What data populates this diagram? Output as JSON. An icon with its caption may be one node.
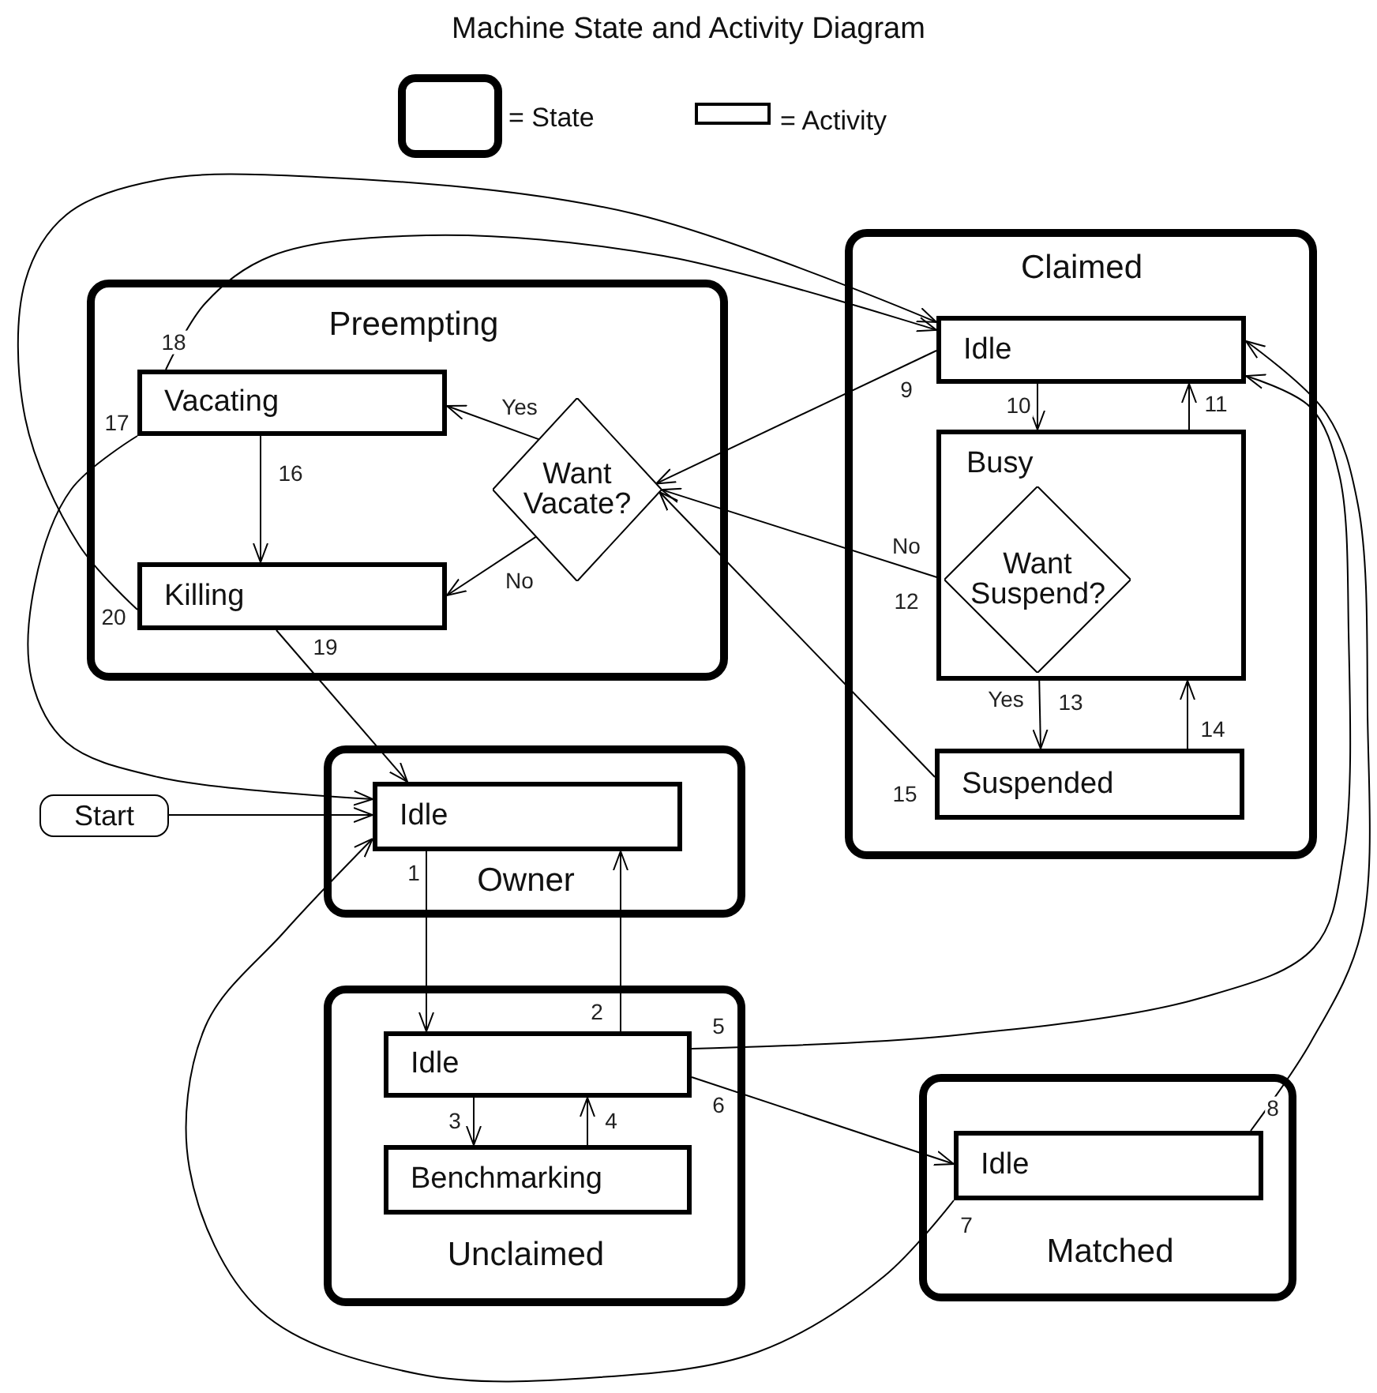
{
  "diagram": {
    "title": "Machine State and Activity Diagram",
    "nodes": [
      {
        "text": [
          "Preempting"
        ]
      },
      {
        "text": [
          "Vacating"
        ],
        "in": 0
      },
      {
        "text": [
          "Killing"
        ],
        "in": 0
      },
      {
        "text": [
          "Want Vacate?"
        ],
        "in": 0
      },
      {
        "text": [
          "Claimed"
        ]
      },
      {
        "text": [
          "Idle"
        ],
        "in": 4
      },
      {
        "text": [
          "Busy"
        ],
        "in": 4
      },
      {
        "text": [
          "Want Suspend?"
        ],
        "in": 6
      },
      {
        "text": [
          "Suspended"
        ],
        "in": 4
      },
      {
        "text": [
          "Owner"
        ]
      },
      {
        "text": [
          "Idle"
        ],
        "in": 9
      },
      {
        "text": [
          "Start"
        ]
      },
      {
        "text": [
          "Unclaimed"
        ]
      },
      {
        "text": [
          "Idle"
        ],
        "in": 12
      },
      {
        "text": [
          "Benchmarking"
        ],
        "in": 12
      },
      {
        "text": [
          "Matched"
        ]
      },
      {
        "text": [
          "Idle"
        ],
        "in": 15
      }
    ],
    "edges": [
      {
        "from": 10,
        "to": 13,
        "arrow": "to",
        "label": "1"
      },
      {
        "from": 13,
        "to": 10,
        "arrow": "to",
        "label": "2"
      },
      {
        "from": 13,
        "to": 14,
        "arrow": "to",
        "label": "3"
      },
      {
        "from": 14,
        "to": 13,
        "arrow": "to",
        "label": "4"
      },
      {
        "from": 13,
        "to": 5,
        "arrow": "to",
        "label": "5"
      },
      {
        "from": 13,
        "to": 16,
        "arrow": "to",
        "label": "6"
      },
      {
        "from": 16,
        "to": 10,
        "arrow": "to",
        "label": "7"
      },
      {
        "from": 16,
        "to": 5,
        "arrow": "to",
        "label": "8"
      },
      {
        "from": 5,
        "to": 3,
        "arrow": "to",
        "label": "9"
      },
      {
        "from": 5,
        "to": 6,
        "arrow": "to",
        "label": "10"
      },
      {
        "from": 6,
        "to": 5,
        "arrow": "to",
        "label": "11"
      },
      {
        "from": 7,
        "to": 3,
        "arrow": "to",
        "label": "12"
      },
      {
        "from": 7,
        "to": 8,
        "arrow": "to",
        "label": "13"
      },
      {
        "from": 8,
        "to": 6,
        "arrow": "to",
        "label": "14"
      },
      {
        "from": 8,
        "to": 3,
        "arrow": "to",
        "label": "15"
      },
      {
        "from": 1,
        "to": 2,
        "arrow": "to",
        "label": "16"
      },
      {
        "from": 1,
        "to": 10,
        "arrow": "to",
        "label": "17"
      },
      {
        "from": 1,
        "to": 5,
        "arrow": "to",
        "label": "18"
      },
      {
        "from": 2,
        "to": 10,
        "arrow": "to",
        "label": "19"
      },
      {
        "from": 2,
        "to": 5,
        "arrow": "to",
        "label": "20"
      },
      {
        "from": 3,
        "to": 1,
        "arrow": "to",
        "label": "Yes"
      },
      {
        "from": 3,
        "to": 2,
        "arrow": "to",
        "label": "No"
      },
      {
        "from": 11,
        "to": 10,
        "arrow": "to"
      }
    ],
    "labels": [
      "No",
      "Yes"
    ],
    "legend": [
      {
        "text": "= State"
      },
      {
        "text": "= Activity"
      }
    ]
  }
}
